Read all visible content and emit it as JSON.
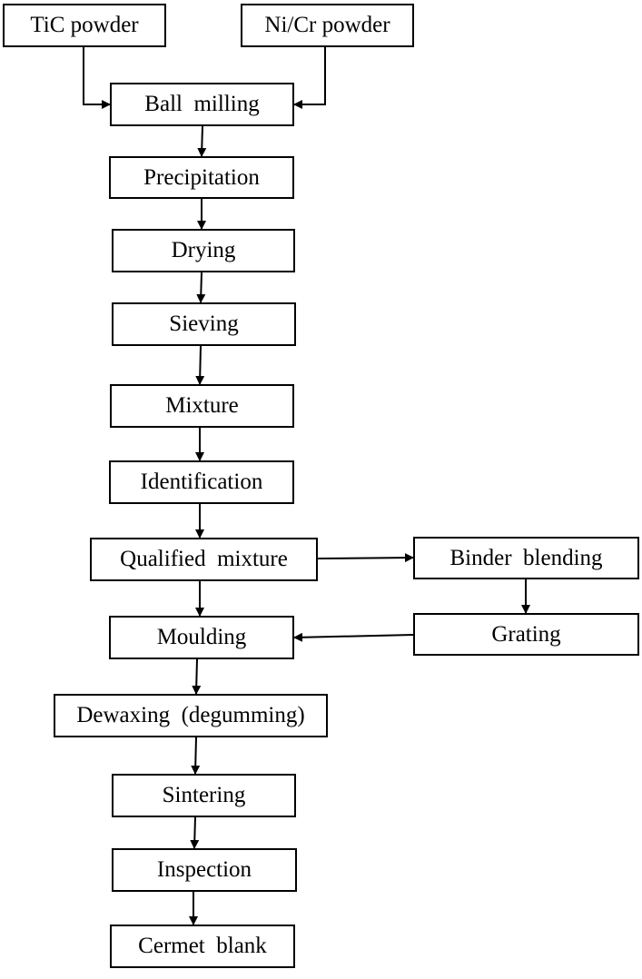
{
  "nodes": [
    {
      "id": "tic_powder",
      "label": "TiC powder"
    },
    {
      "id": "nicr_powder",
      "label": "Ni/Cr powder"
    },
    {
      "id": "ball_milling",
      "label": "Ball  milling"
    },
    {
      "id": "precipitation",
      "label": "Precipitation"
    },
    {
      "id": "drying",
      "label": "Drying"
    },
    {
      "id": "sieving",
      "label": "Sieving"
    },
    {
      "id": "mixture",
      "label": "Mixture"
    },
    {
      "id": "identification",
      "label": "Identification"
    },
    {
      "id": "qualified_mixture",
      "label": "Qualified  mixture"
    },
    {
      "id": "binder_blending",
      "label": "Binder  blending"
    },
    {
      "id": "grating",
      "label": "Grating"
    },
    {
      "id": "moulding",
      "label": "Moulding"
    },
    {
      "id": "dewaxing",
      "label": "Dewaxing  (degumming)"
    },
    {
      "id": "sintering",
      "label": "Sintering"
    },
    {
      "id": "inspection",
      "label": "Inspection"
    },
    {
      "id": "cermet_blank",
      "label": "Cermet  blank"
    }
  ],
  "edges": [
    {
      "from": "tic_powder",
      "to": "ball_milling"
    },
    {
      "from": "nicr_powder",
      "to": "ball_milling"
    },
    {
      "from": "ball_milling",
      "to": "precipitation"
    },
    {
      "from": "precipitation",
      "to": "drying"
    },
    {
      "from": "drying",
      "to": "sieving"
    },
    {
      "from": "sieving",
      "to": "mixture"
    },
    {
      "from": "mixture",
      "to": "identification"
    },
    {
      "from": "identification",
      "to": "qualified_mixture"
    },
    {
      "from": "qualified_mixture",
      "to": "binder_blending"
    },
    {
      "from": "binder_blending",
      "to": "grating"
    },
    {
      "from": "grating",
      "to": "moulding"
    },
    {
      "from": "qualified_mixture",
      "to": "moulding"
    },
    {
      "from": "moulding",
      "to": "dewaxing"
    },
    {
      "from": "dewaxing",
      "to": "sintering"
    },
    {
      "from": "sintering",
      "to": "inspection"
    },
    {
      "from": "inspection",
      "to": "cermet_blank"
    }
  ]
}
